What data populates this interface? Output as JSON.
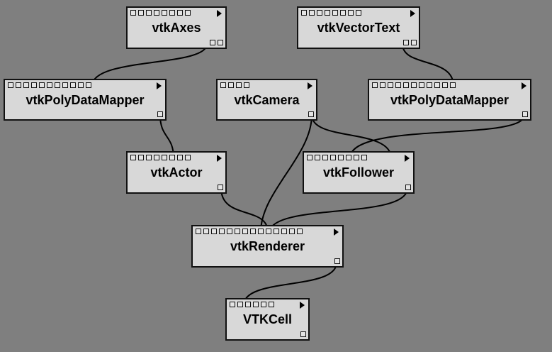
{
  "colors": {
    "background": "#7f7f7f",
    "module_fill": "#d8d8d8",
    "border": "#111111",
    "wire": "#000000"
  },
  "modules": {
    "axes": {
      "label": "vtkAxes",
      "inputs": 8,
      "outputs": 2
    },
    "vector_text": {
      "label": "vtkVectorText",
      "inputs": 8,
      "outputs": 2
    },
    "mapper_left": {
      "label": "vtkPolyDataMapper",
      "inputs": 11,
      "outputs": 1
    },
    "camera": {
      "label": "vtkCamera",
      "inputs": 4,
      "outputs": 1
    },
    "mapper_right": {
      "label": "vtkPolyDataMapper",
      "inputs": 11,
      "outputs": 1
    },
    "actor": {
      "label": "vtkActor",
      "inputs": 8,
      "outputs": 1
    },
    "follower": {
      "label": "vtkFollower",
      "inputs": 8,
      "outputs": 1
    },
    "renderer": {
      "label": "vtkRenderer",
      "inputs": 14,
      "outputs": 1
    },
    "cell": {
      "label": "VTKCell",
      "inputs": 6,
      "outputs": 1
    }
  },
  "connections": [
    {
      "from": "axes",
      "to": "mapper_left"
    },
    {
      "from": "vector_text",
      "to": "mapper_right"
    },
    {
      "from": "mapper_left",
      "to": "actor"
    },
    {
      "from": "mapper_right",
      "to": "follower"
    },
    {
      "from": "camera",
      "to": "follower"
    },
    {
      "from": "camera",
      "to": "renderer"
    },
    {
      "from": "actor",
      "to": "renderer"
    },
    {
      "from": "follower",
      "to": "renderer"
    },
    {
      "from": "renderer",
      "to": "cell"
    }
  ]
}
